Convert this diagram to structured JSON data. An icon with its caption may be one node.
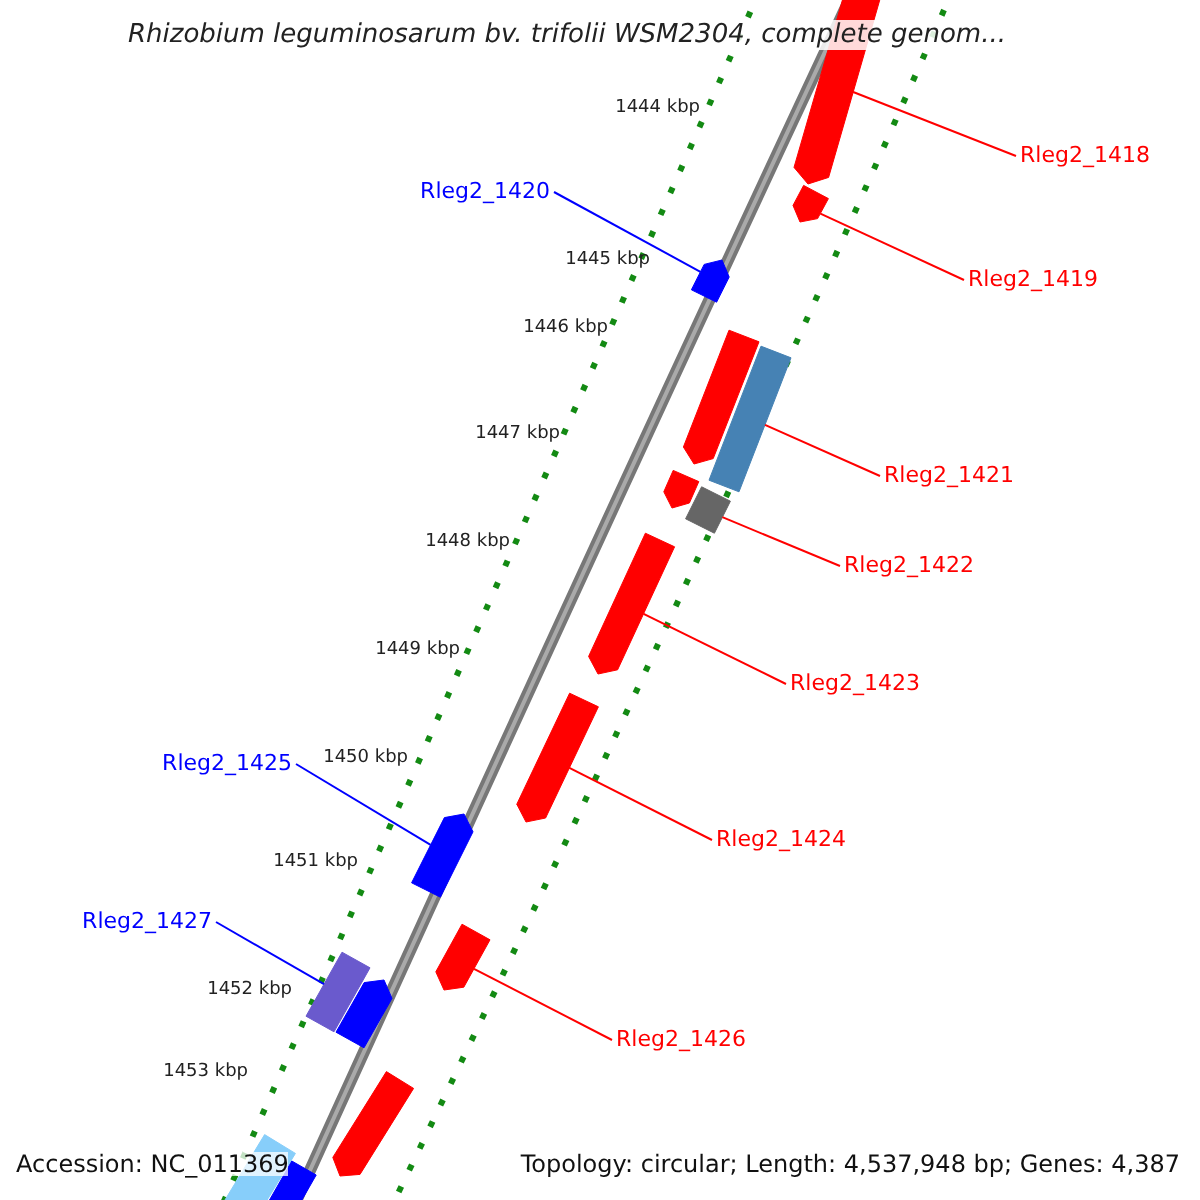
{
  "diagram": {
    "title": "Rhizobium leguminosarum bv. trifolii WSM2304, complete genom...",
    "nodes": [
      {
        "text": [
          "Rleg2_1418"
        ]
      },
      {
        "text": [
          "Rleg2_1420"
        ]
      },
      {
        "text": [
          "Rleg2_1419"
        ]
      },
      {
        "text": [
          "Rleg2_1421"
        ]
      },
      {
        "text": [
          "Rleg2_1422"
        ]
      },
      {
        "text": [
          "Rleg2_1423"
        ]
      },
      {
        "text": [
          "Rleg2_1425"
        ]
      },
      {
        "text": [
          "Rleg2_1424"
        ]
      },
      {
        "text": [
          "Rleg2_1427"
        ]
      },
      {
        "text": [
          "Rleg2_1426"
        ]
      },
      {
        "text": [],
        "shape": "arrow"
      },
      {
        "text": [],
        "shape": "arrow"
      },
      {
        "text": [],
        "shape": "arrow"
      },
      {
        "text": [],
        "shape": "arrow"
      },
      {
        "text": [],
        "shape": "box"
      },
      {
        "text": [],
        "shape": "arrow"
      },
      {
        "text": [],
        "shape": "box"
      },
      {
        "text": [],
        "shape": "arrow"
      },
      {
        "text": [],
        "shape": "arrow"
      },
      {
        "text": [],
        "shape": "arrow"
      },
      {
        "text": [],
        "shape": "arrow"
      },
      {
        "text": [],
        "shape": "box"
      },
      {
        "text": [],
        "shape": "arrow"
      },
      {
        "text": [],
        "shape": "arrow"
      },
      {
        "text": [],
        "shape": "box"
      },
      {
        "text": [],
        "shape": "box"
      }
    ],
    "edges": [
      {
        "from": 0,
        "to": 10,
        "arrow": "none"
      },
      {
        "from": 1,
        "to": 12,
        "arrow": "none",
        "color": "#0000ff"
      },
      {
        "from": 2,
        "to": 11,
        "arrow": "none"
      },
      {
        "from": 3,
        "to": 14,
        "arrow": "none"
      },
      {
        "from": 4,
        "to": 16,
        "arrow": "none"
      },
      {
        "from": 5,
        "to": 17,
        "arrow": "none"
      },
      {
        "from": 6,
        "to": 19,
        "arrow": "none",
        "color": "#0000ff"
      },
      {
        "from": 7,
        "to": 18,
        "arrow": "none"
      },
      {
        "from": 8,
        "to": 21,
        "arrow": "none",
        "color": "#0000ff"
      },
      {
        "from": 9,
        "to": 20,
        "arrow": "none"
      }
    ],
    "labels": [
      "1444 kbp",
      "1445 kbp",
      "1446 kbp",
      "1447 kbp",
      "1448 kbp",
      "1449 kbp",
      "1450 kbp",
      "1451 kbp",
      "1452 kbp",
      "1453 kbp",
      "Accession: NC_011369",
      "Topology: circular; Length: 4,537,948 bp; Genes: 4,387"
    ]
  }
}
